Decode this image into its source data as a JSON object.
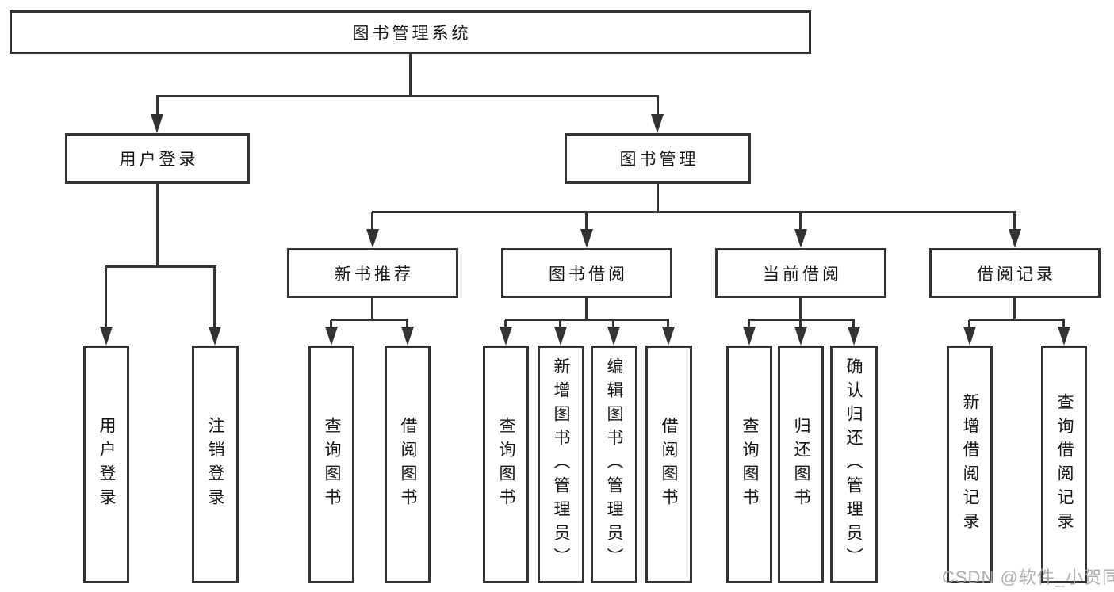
{
  "diagram_title": "图书管理系统",
  "watermark": {
    "text": "CSDN @软件_小贺同学"
  },
  "colors": {
    "line": "#333333",
    "text": "#141414",
    "background": "#ffffff",
    "watermark": "#a8a8a8"
  },
  "nodes": {
    "root": {
      "label": "图书管理系统"
    },
    "level2": [
      {
        "label": "用户登录"
      },
      {
        "label": "图书管理"
      }
    ],
    "level3": [
      {
        "label": "新书推荐"
      },
      {
        "label": "图书借阅"
      },
      {
        "label": "当前借阅"
      },
      {
        "label": "借阅记录"
      }
    ],
    "leaves": {
      "user_login": [
        "用户登录",
        "注销登录"
      ],
      "new_books": [
        "查询图书",
        "借阅图书"
      ],
      "book_borrow": [
        "查询图书",
        "新增图书（管理员）",
        "编辑图书（管理员）",
        "借阅图书"
      ],
      "current_borrow": [
        "查询图书",
        "归还图书",
        "确认归还（管理员）"
      ],
      "borrow_records": [
        "新增借阅记录",
        "查询借阅记录"
      ]
    }
  }
}
